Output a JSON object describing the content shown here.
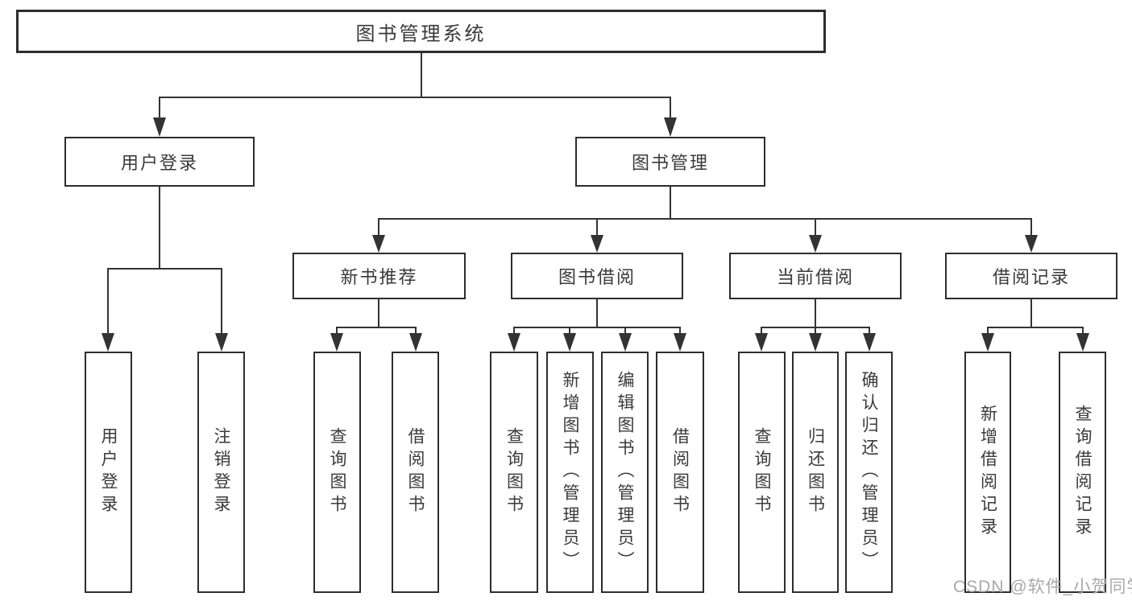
{
  "nodes": {
    "root": "图书管理系统",
    "level2": [
      "用户登录",
      "图书管理"
    ],
    "level3": [
      "新书推荐",
      "图书借阅",
      "当前借阅",
      "借阅记录"
    ],
    "leaves_login": [
      "用户登录",
      "注销登录"
    ],
    "leaves_recommend": [
      "查询图书",
      "借阅图书"
    ],
    "leaves_borrow": [
      "查询图书",
      "新增图书（管理员）",
      "编辑图书（管理员）",
      "借阅图书"
    ],
    "leaves_current": [
      "查询图书",
      "归还图书",
      "确认归还（管理员）"
    ],
    "leaves_records": [
      "新增借阅记录",
      "查询借阅记录"
    ]
  },
  "watermark": "CSDN @软件_小贺同学",
  "colors": {
    "line": "#333333",
    "border": "#2d2d2d",
    "text": "#3a3a3a",
    "watermark": "#a9a9a9",
    "background": "#ffffff"
  }
}
